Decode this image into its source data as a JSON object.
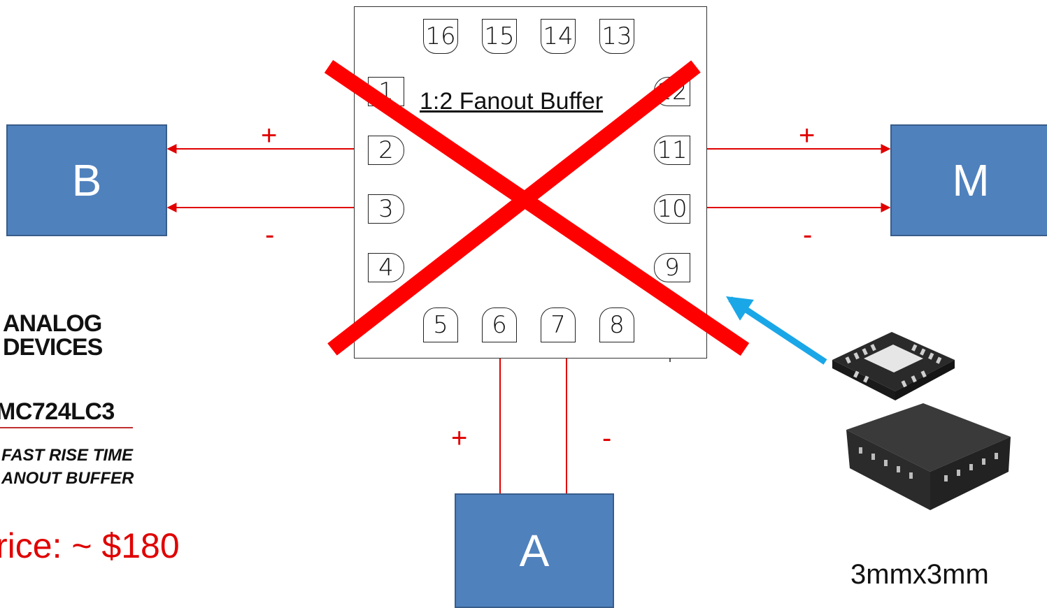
{
  "blocks": {
    "b": "B",
    "m": "M",
    "a": "A"
  },
  "chip": {
    "title": "1:2 Fanout Buffer",
    "pins": {
      "p1": "1",
      "p2": "2",
      "p3": "3",
      "p4": "4",
      "p5": "5",
      "p6": "6",
      "p7": "7",
      "p8": "8",
      "p9": "9",
      "p10": "10",
      "p11": "11",
      "p12": "12",
      "p13": "13",
      "p14": "14",
      "p15": "15",
      "p16": "16"
    }
  },
  "signs": {
    "b_plus": "+",
    "b_minus": "-",
    "m_plus": "+",
    "m_minus": "-",
    "a_plus": "+",
    "a_minus": "-"
  },
  "product": {
    "brand_line1": "ANALOG",
    "brand_line2": "DEVICES",
    "part_number": "MC724LC3",
    "desc_line1": "FAST RISE TIME",
    "desc_line2": "ANOUT BUFFER",
    "price": "rice: ~ $180"
  },
  "package": {
    "size": "3mmx3mm"
  },
  "colors": {
    "signal": "#e00000",
    "block": "#4f81bd",
    "pointer": "#1aa7e8"
  }
}
